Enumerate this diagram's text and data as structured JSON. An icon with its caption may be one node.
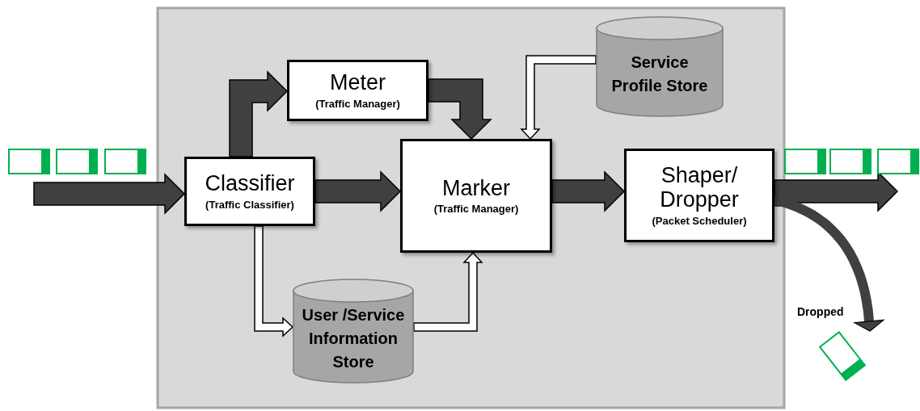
{
  "diagram": {
    "nodes": [
      {
        "text": [
          "Classifier",
          "(Traffic Classifier)"
        ]
      },
      {
        "text": [
          "Meter",
          "(Traffic Manager)"
        ]
      },
      {
        "text": [
          "Marker",
          "(Traffic Manager)"
        ]
      },
      {
        "text": [
          "Shaper/ Dropper",
          "(Packet Scheduler)"
        ]
      },
      {
        "text": [
          "Service Profile Store"
        ]
      },
      {
        "text": [
          "User /Service Information Store"
        ]
      },
      {
        "text": [],
        "shape": "box",
        "beside": [
          "Dropped"
        ]
      }
    ],
    "edges": [
      {
        "from": null,
        "to": 0,
        "arrow": "to",
        "style": "thick"
      },
      {
        "from": 0,
        "to": 1,
        "arrow": "to",
        "style": "thick"
      },
      {
        "from": 0,
        "to": 2,
        "arrow": "to",
        "style": "thick"
      },
      {
        "from": 1,
        "to": 2,
        "arrow": "to",
        "style": "thick"
      },
      {
        "from": 2,
        "to": 3,
        "arrow": "to",
        "style": "thick"
      },
      {
        "from": 3,
        "to": null,
        "arrow": "to",
        "style": "thick"
      },
      {
        "from": 3,
        "to": 6,
        "arrow": "to"
      },
      {
        "from": 4,
        "to": 2,
        "arrow": "to",
        "color": "#ffffff"
      },
      {
        "from": 0,
        "to": 5,
        "arrow": "to",
        "color": "#ffffff"
      },
      {
        "from": 5,
        "to": 2,
        "arrow": "to",
        "color": "#ffffff"
      }
    ]
  }
}
